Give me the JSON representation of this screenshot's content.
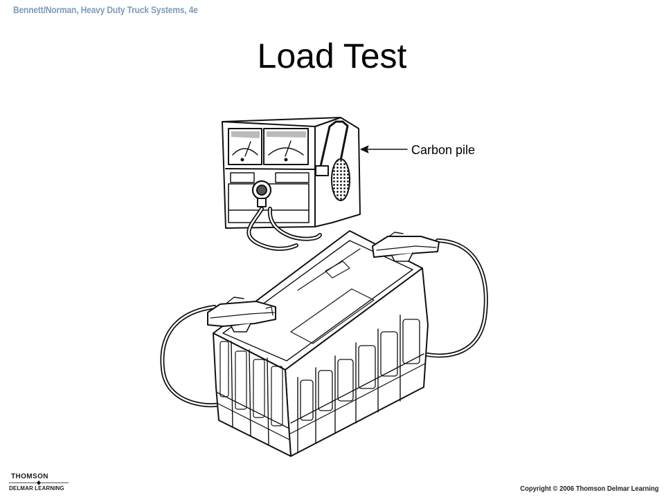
{
  "header": {
    "book_title": "Bennett/Norman, Heavy Duty Truck Systems, 4e"
  },
  "slide": {
    "title": "Load Test"
  },
  "diagram": {
    "callout_label": "Carbon pile"
  },
  "footer": {
    "logo_top": "THOMSON",
    "logo_bottom": "DELMAR LEARNING",
    "copyright": "Copyright © 2006 Thomson Delmar Learning"
  },
  "colors": {
    "book_title": "#7f9ab9",
    "text": "#000000",
    "background": "#ffffff"
  }
}
